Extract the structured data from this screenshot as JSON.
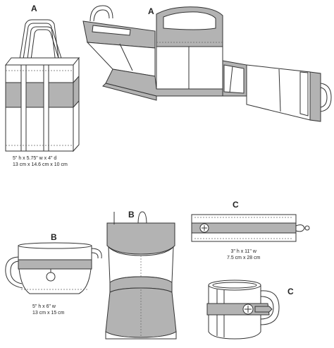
{
  "labels": {
    "tote_closed": "A",
    "tote_open": "A",
    "cup_cozy": "B",
    "cozy_flat": "B",
    "strap_flat": "C",
    "mug_strap": "C"
  },
  "dimensions": {
    "tote": {
      "imperial": "5\" h x 5.75\" w x 4\" d",
      "metric": "13 cm x 14.6 cm x 10 cm"
    },
    "cozy": {
      "imperial": "5\" h x 6\" w",
      "metric": "13 cm x 15 cm"
    },
    "strap": {
      "imperial": "3\" h x 11\" w",
      "metric": "7.5 cm x 28 cm"
    }
  },
  "colors": {
    "fabric_gray": "#b3b3b3",
    "outline": "#333333",
    "background": "#ffffff"
  }
}
